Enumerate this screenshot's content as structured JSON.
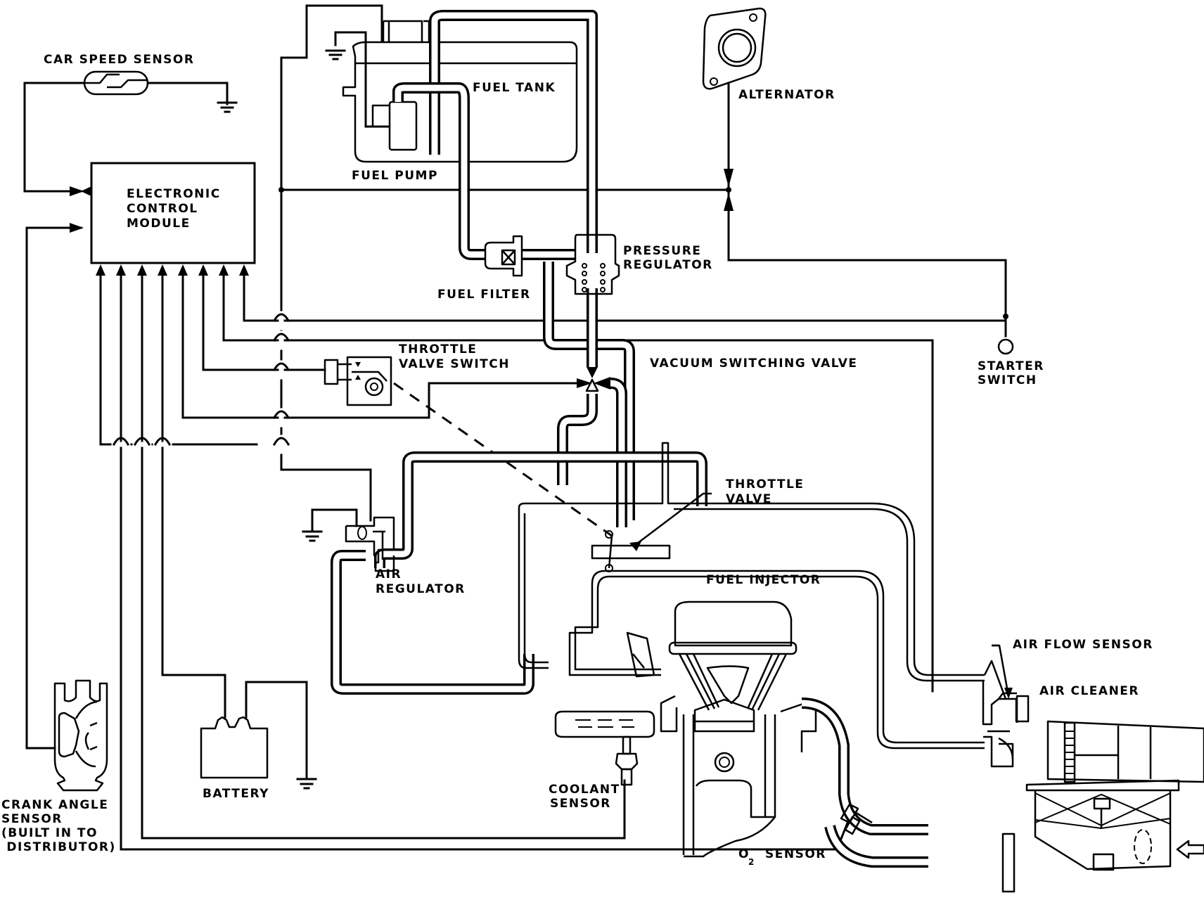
{
  "diagram": {
    "title": "Electronic Fuel Injection System Schematic",
    "colors": {
      "line": "#000000",
      "background": "#ffffff"
    },
    "labels": {
      "car_speed_sensor": "CAR SPEED SENSOR",
      "ecm_line1": "ELECTRONIC",
      "ecm_line2": "CONTROL",
      "ecm_line3": "MODULE",
      "fuel_tank": "FUEL TANK",
      "fuel_pump": "FUEL PUMP",
      "alternator": "ALTERNATOR",
      "fuel_filter": "FUEL FILTER",
      "pressure_regulator_line1": "PRESSURE",
      "pressure_regulator_line2": "REGULATOR",
      "throttle_valve_switch_line1": "THROTTLE",
      "throttle_valve_switch_line2": "VALVE SWITCH",
      "vacuum_switching_valve": "VACUUM SWITCHING VALVE",
      "starter_switch_line1": "STARTER",
      "starter_switch_line2": "SWITCH",
      "throttle_valve_line1": "THROTTLE",
      "throttle_valve_line2": "VALVE",
      "air_regulator_line1": "AIR",
      "air_regulator_line2": "REGULATOR",
      "fuel_injector": "FUEL INJECTOR",
      "air_flow_sensor": "AIR FLOW SENSOR",
      "air_cleaner": "AIR CLEANER",
      "battery": "BATTERY",
      "coolant_sensor_line1": "COOLANT",
      "coolant_sensor_line2": "SENSOR",
      "o2_sensor_prefix": "O",
      "o2_sensor_subscript": "2",
      "o2_sensor_suffix": "SENSOR",
      "crank_angle_sensor_line1": "CRANK ANGLE",
      "crank_angle_sensor_line2": "SENSOR",
      "crank_angle_sensor_line3": "(BUILT IN TO",
      "crank_angle_sensor_line4": " DISTRIBUTOR)"
    },
    "components": [
      {
        "id": "car-speed-sensor",
        "icon": "sensor-symbol"
      },
      {
        "id": "electronic-control-module",
        "icon": "module-box"
      },
      {
        "id": "fuel-tank",
        "icon": "tank"
      },
      {
        "id": "fuel-pump",
        "icon": "pump"
      },
      {
        "id": "alternator",
        "icon": "alternator"
      },
      {
        "id": "fuel-filter",
        "icon": "filter"
      },
      {
        "id": "pressure-regulator",
        "icon": "regulator"
      },
      {
        "id": "throttle-valve-switch",
        "icon": "switch"
      },
      {
        "id": "vacuum-switching-valve",
        "icon": "valve"
      },
      {
        "id": "starter-switch",
        "icon": "switch-terminal"
      },
      {
        "id": "throttle-valve",
        "icon": "throttle-plate"
      },
      {
        "id": "air-regulator",
        "icon": "regulator"
      },
      {
        "id": "fuel-injector",
        "icon": "injector"
      },
      {
        "id": "air-flow-sensor",
        "icon": "flow-sensor"
      },
      {
        "id": "air-cleaner",
        "icon": "air-filter"
      },
      {
        "id": "battery",
        "icon": "battery"
      },
      {
        "id": "coolant-sensor",
        "icon": "temp-sensor"
      },
      {
        "id": "o2-sensor",
        "icon": "oxygen-sensor"
      },
      {
        "id": "crank-angle-sensor",
        "icon": "distributor"
      }
    ]
  }
}
